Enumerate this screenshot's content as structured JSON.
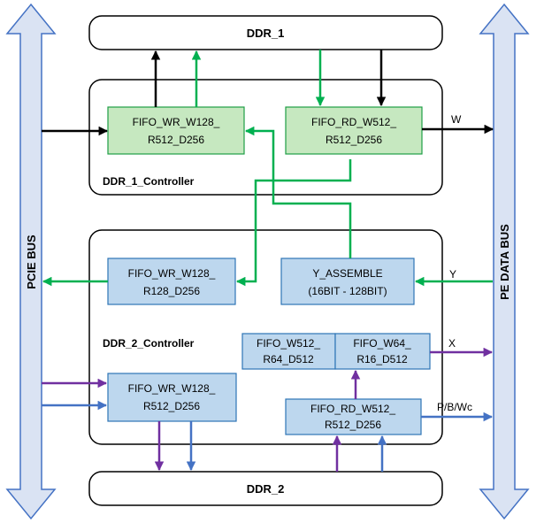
{
  "buses": {
    "pcie": "PCIE BUS",
    "pe_data": "PE DATA BUS"
  },
  "memory": {
    "ddr1": "DDR_1",
    "ddr2": "DDR_2"
  },
  "controllers": {
    "ddr1": "DDR_1_Controller",
    "ddr2": "DDR_2_Controller"
  },
  "blocks": {
    "c1_fifo_wr": [
      "FIFO_WR_W128_",
      "R512_D256"
    ],
    "c1_fifo_rd": [
      "FIFO_RD_W512_",
      "R512_D256"
    ],
    "c2_fifo_wr_r128": [
      "FIFO_WR_W128_",
      "R128_D256"
    ],
    "y_assemble": [
      "Y_ASSEMBLE",
      "(16BIT - 128BIT)"
    ],
    "fifo_w512_r64": [
      "FIFO_W512_",
      "R64_D512"
    ],
    "fifo_w64_r16": [
      "FIFO_W64_",
      "R16_D512"
    ],
    "c2_fifo_wr_r512": [
      "FIFO_WR_W128_",
      "R512_D256"
    ],
    "c2_fifo_rd": [
      "FIFO_RD_W512_",
      "R512_D256"
    ]
  },
  "signals": {
    "w": "W",
    "y": "Y",
    "x": "X",
    "pbwc": "P/B/Wc"
  },
  "colors": {
    "bus_fill": "#dae3f3",
    "bus_stroke": "#4472c4",
    "green_fill": "#c6e8c0",
    "green_stroke": "#1e9e45",
    "blue_fill": "#bdd7ee",
    "blue_stroke": "#2e75b6",
    "green_arrow": "#00b050",
    "purple_arrow": "#7030a0",
    "blue_arrow": "#4472c4",
    "black": "#000000"
  }
}
